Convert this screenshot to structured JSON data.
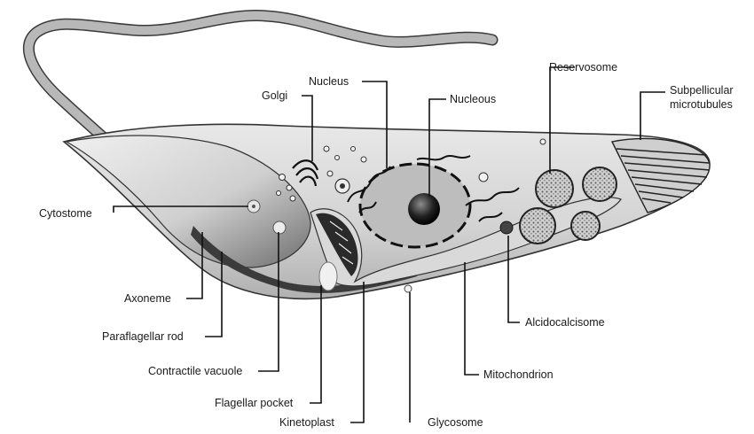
{
  "diagram": {
    "labels": {
      "golgi": "Golgi",
      "nucleus": "Nucleus",
      "nucleous": "Nucleous",
      "reservosome": "Reservosome",
      "subpellicular_1": "Subpellicular",
      "subpellicular_2": "microtubules",
      "cytostome": "Cytostome",
      "axoneme": "Axoneme",
      "paraflagellar_rod": "Paraflagellar rod",
      "contractile_vacuole": "Contractile vacuole",
      "flagellar_pocket": "Flagellar pocket",
      "kinetoplast": "Kinetoplast",
      "glycosome": "Glycosome",
      "mitochondrion": "Mitochondrion",
      "acidocalcisome": "Alcidocalcisome"
    },
    "colors": {
      "ink": "#111111",
      "cell_light": "#e2e2e2",
      "cell_mid": "#c9c9c9",
      "cell_dark": "#8a8a8a",
      "flagellum": "#b5b5b5"
    }
  }
}
